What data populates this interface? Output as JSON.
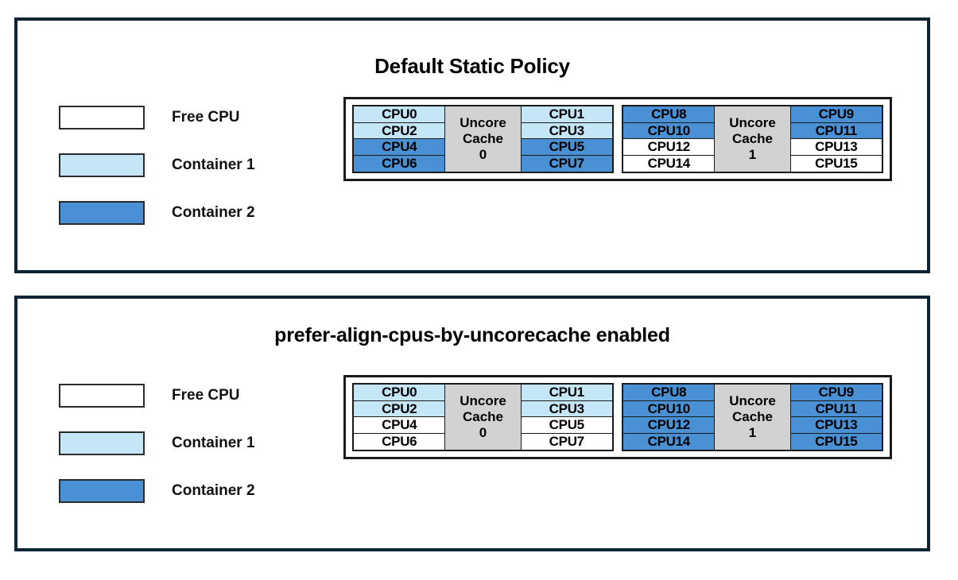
{
  "colors": {
    "free": "#ffffff",
    "container1": "#c5e6f7",
    "container2": "#4a90d4",
    "uncore_cache": "#d2d2d2",
    "panel_border": "#0d2433",
    "cell_border": "#1a1a1a",
    "text": "#000000"
  },
  "legend": {
    "items": [
      {
        "label": "Free CPU",
        "color": "#ffffff"
      },
      {
        "label": "Container 1",
        "color": "#c5e6f7"
      },
      {
        "label": "Container 2",
        "color": "#4a90d4"
      }
    ]
  },
  "panels": [
    {
      "title": "Default Static Policy",
      "sockets": [
        {
          "uncore_label_line1": "Uncore",
          "uncore_label_line2": "Cache",
          "uncore_label_line3": "0",
          "left_column": [
            {
              "label": "CPU0",
              "state": "Container 1",
              "color": "#c5e6f7"
            },
            {
              "label": "CPU2",
              "state": "Container 1",
              "color": "#c5e6f7"
            },
            {
              "label": "CPU4",
              "state": "Container 2",
              "color": "#4a90d4"
            },
            {
              "label": "CPU6",
              "state": "Container 2",
              "color": "#4a90d4"
            }
          ],
          "right_column": [
            {
              "label": "CPU1",
              "state": "Container 1",
              "color": "#c5e6f7"
            },
            {
              "label": "CPU3",
              "state": "Container 1",
              "color": "#c5e6f7"
            },
            {
              "label": "CPU5",
              "state": "Container 2",
              "color": "#4a90d4"
            },
            {
              "label": "CPU7",
              "state": "Container 2",
              "color": "#4a90d4"
            }
          ]
        },
        {
          "uncore_label_line1": "Uncore",
          "uncore_label_line2": "Cache",
          "uncore_label_line3": "1",
          "left_column": [
            {
              "label": "CPU8",
              "state": "Container 2",
              "color": "#4a90d4"
            },
            {
              "label": "CPU10",
              "state": "Container 2",
              "color": "#4a90d4"
            },
            {
              "label": "CPU12",
              "state": "Free CPU",
              "color": "#ffffff"
            },
            {
              "label": "CPU14",
              "state": "Free CPU",
              "color": "#ffffff"
            }
          ],
          "right_column": [
            {
              "label": "CPU9",
              "state": "Container 2",
              "color": "#4a90d4"
            },
            {
              "label": "CPU11",
              "state": "Container 2",
              "color": "#4a90d4"
            },
            {
              "label": "CPU13",
              "state": "Free CPU",
              "color": "#ffffff"
            },
            {
              "label": "CPU15",
              "state": "Free CPU",
              "color": "#ffffff"
            }
          ]
        }
      ]
    },
    {
      "title": "prefer-align-cpus-by-uncorecache enabled",
      "sockets": [
        {
          "uncore_label_line1": "Uncore",
          "uncore_label_line2": "Cache",
          "uncore_label_line3": "0",
          "left_column": [
            {
              "label": "CPU0",
              "state": "Container 1",
              "color": "#c5e6f7"
            },
            {
              "label": "CPU2",
              "state": "Container 1",
              "color": "#c5e6f7"
            },
            {
              "label": "CPU4",
              "state": "Free CPU",
              "color": "#ffffff"
            },
            {
              "label": "CPU6",
              "state": "Free CPU",
              "color": "#ffffff"
            }
          ],
          "right_column": [
            {
              "label": "CPU1",
              "state": "Container 1",
              "color": "#c5e6f7"
            },
            {
              "label": "CPU3",
              "state": "Container 1",
              "color": "#c5e6f7"
            },
            {
              "label": "CPU5",
              "state": "Free CPU",
              "color": "#ffffff"
            },
            {
              "label": "CPU7",
              "state": "Free CPU",
              "color": "#ffffff"
            }
          ]
        },
        {
          "uncore_label_line1": "Uncore",
          "uncore_label_line2": "Cache",
          "uncore_label_line3": "1",
          "left_column": [
            {
              "label": "CPU8",
              "state": "Container 2",
              "color": "#4a90d4"
            },
            {
              "label": "CPU10",
              "state": "Container 2",
              "color": "#4a90d4"
            },
            {
              "label": "CPU12",
              "state": "Container 2",
              "color": "#4a90d4"
            },
            {
              "label": "CPU14",
              "state": "Container 2",
              "color": "#4a90d4"
            }
          ],
          "right_column": [
            {
              "label": "CPU9",
              "state": "Container 2",
              "color": "#4a90d4"
            },
            {
              "label": "CPU11",
              "state": "Container 2",
              "color": "#4a90d4"
            },
            {
              "label": "CPU13",
              "state": "Container 2",
              "color": "#4a90d4"
            },
            {
              "label": "CPU15",
              "state": "Container 2",
              "color": "#4a90d4"
            }
          ]
        }
      ]
    }
  ]
}
